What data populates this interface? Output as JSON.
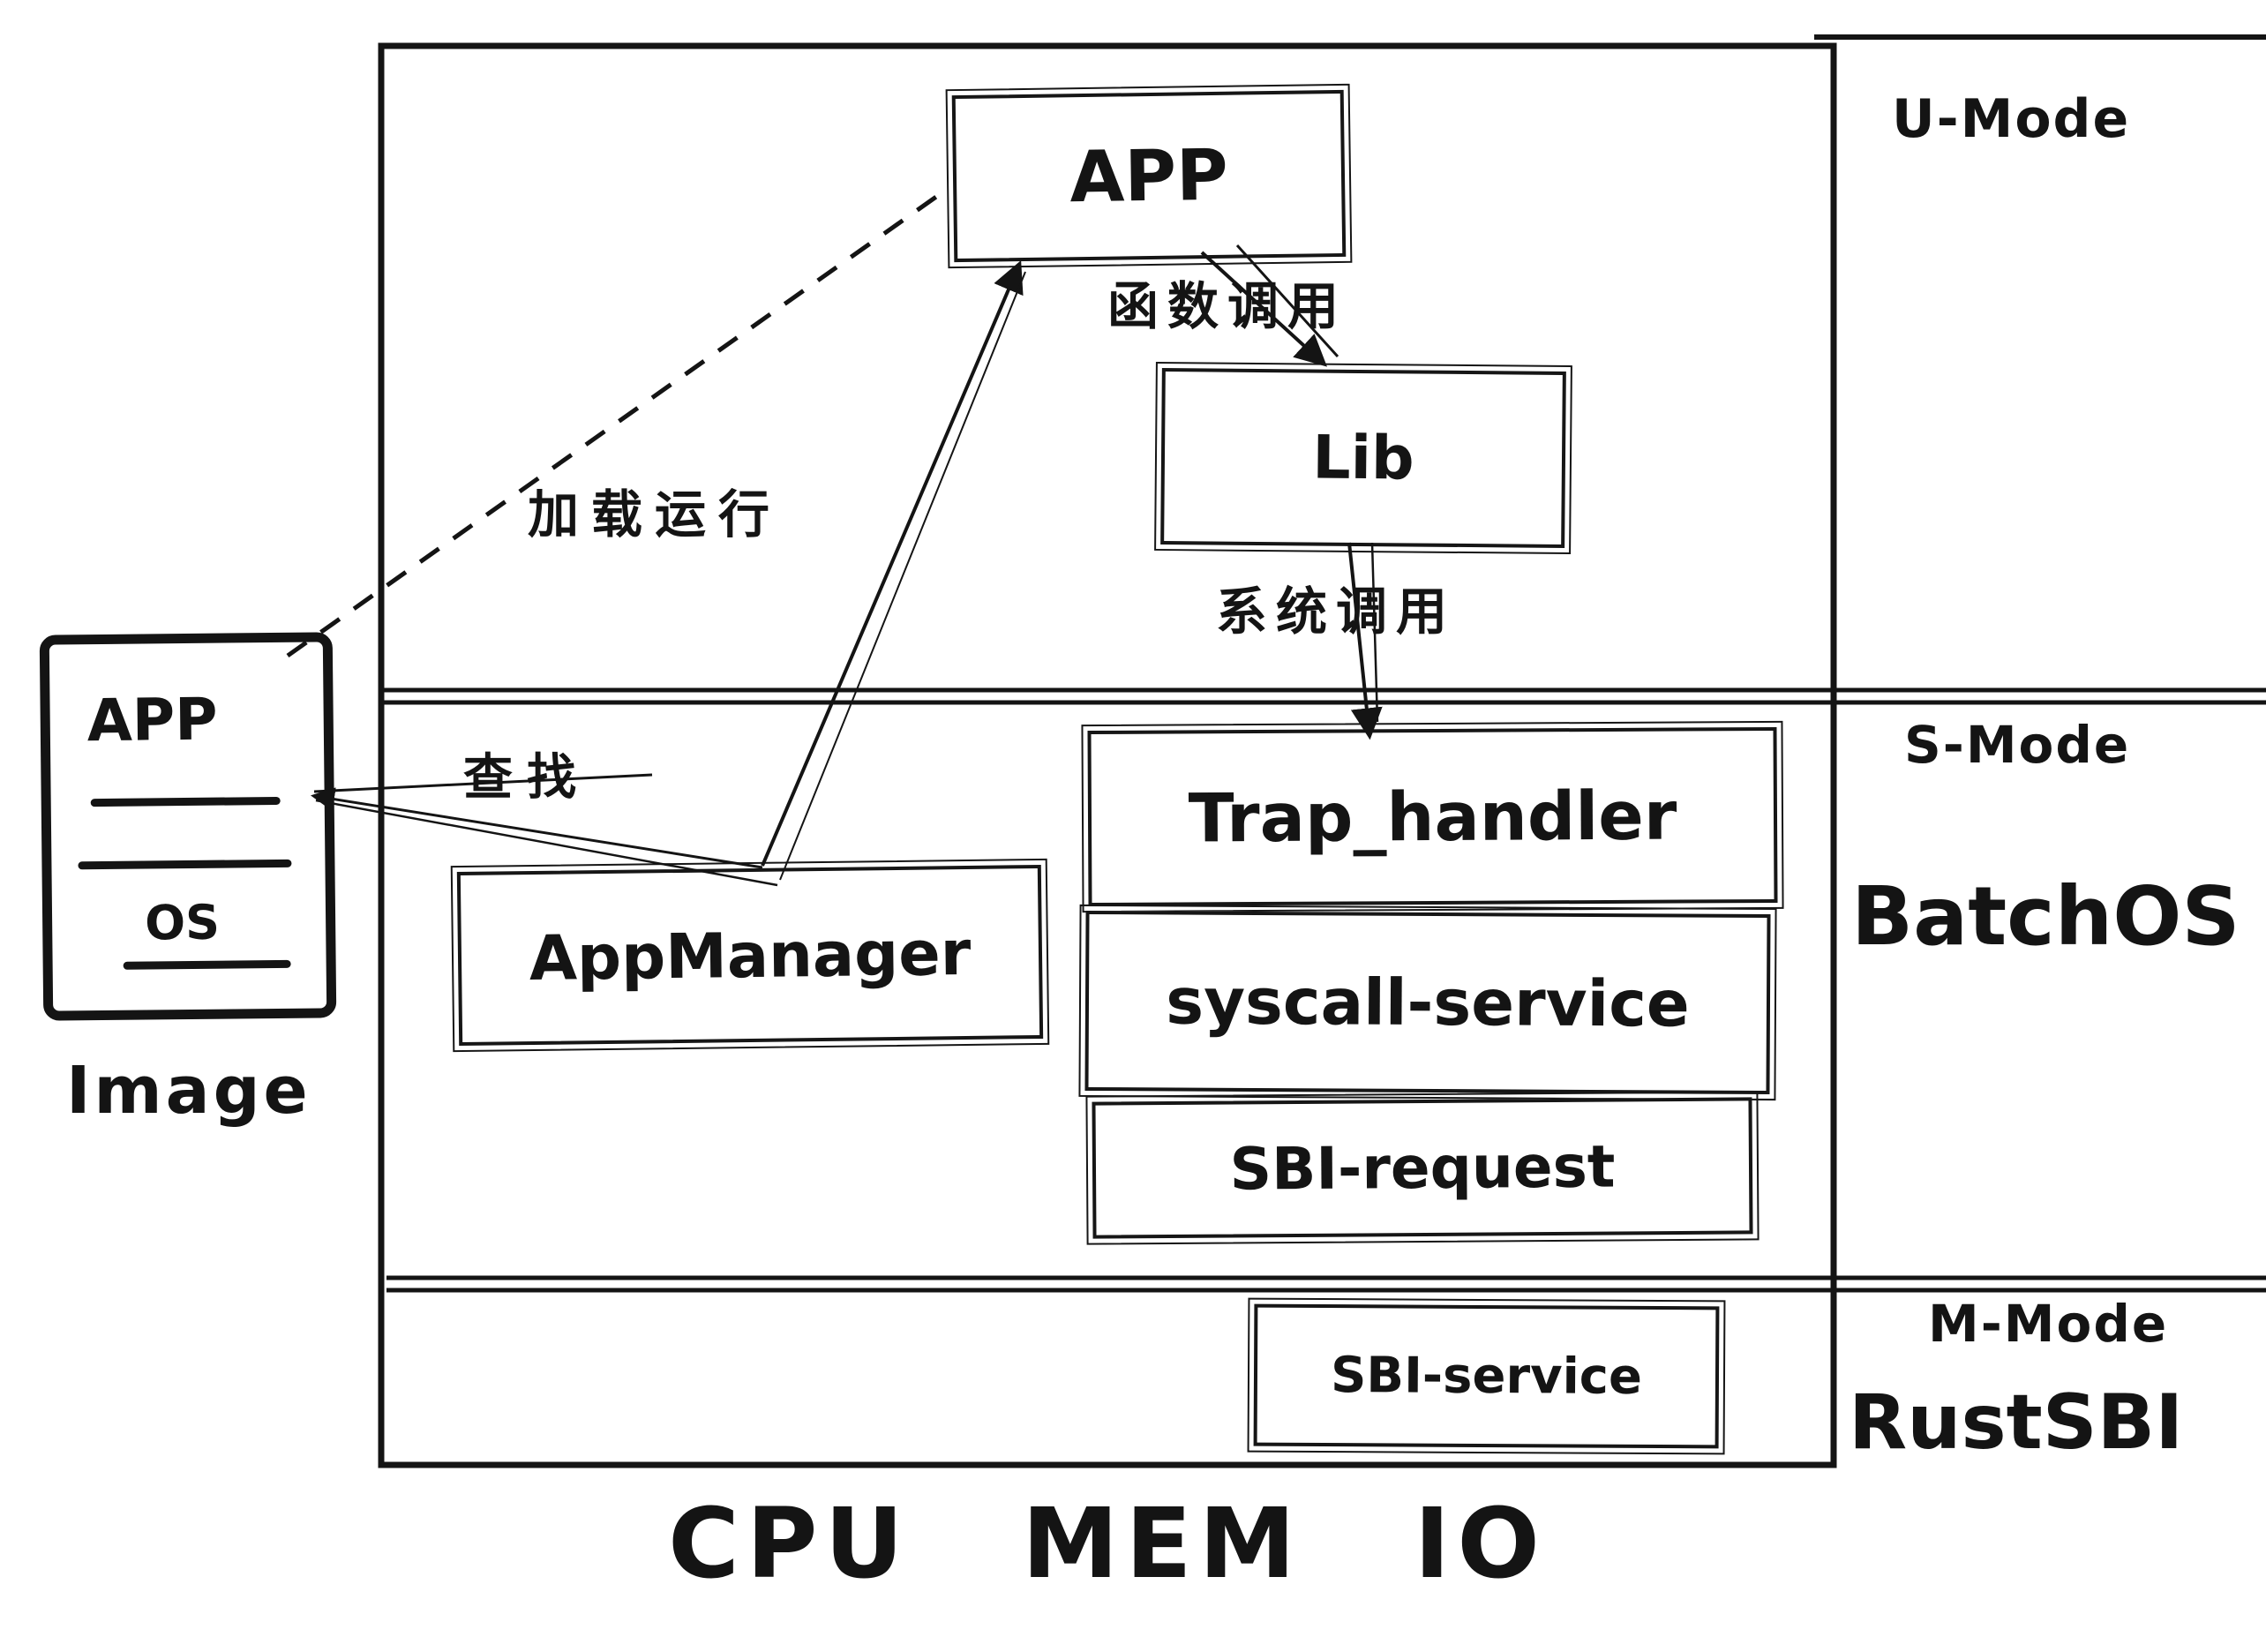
{
  "diagram": {
    "modes": {
      "u": "U-Mode",
      "s": "S-Mode",
      "m": "M-Mode"
    },
    "layers": {
      "batchos": "BatchOS",
      "rustsbi": "RustSBI"
    },
    "boxes": {
      "app": "APP",
      "lib": "Lib",
      "trap_handler": "Trap_handler",
      "syscall_service": "syscall-service",
      "sbi_request": "SBI-request",
      "app_manager": "AppManager",
      "sbi_service": "SBI-service"
    },
    "image_figure": {
      "app": "APP",
      "os": "OS",
      "caption": "Image"
    },
    "edge_labels": {
      "function_call": "函数调用",
      "system_call": "系统调用",
      "load_run": "加载运行",
      "lookup": "查找"
    },
    "hardware": "CPU  MEM  IO",
    "colors": {
      "ink": "#141414",
      "paper": "#ffffff"
    }
  }
}
